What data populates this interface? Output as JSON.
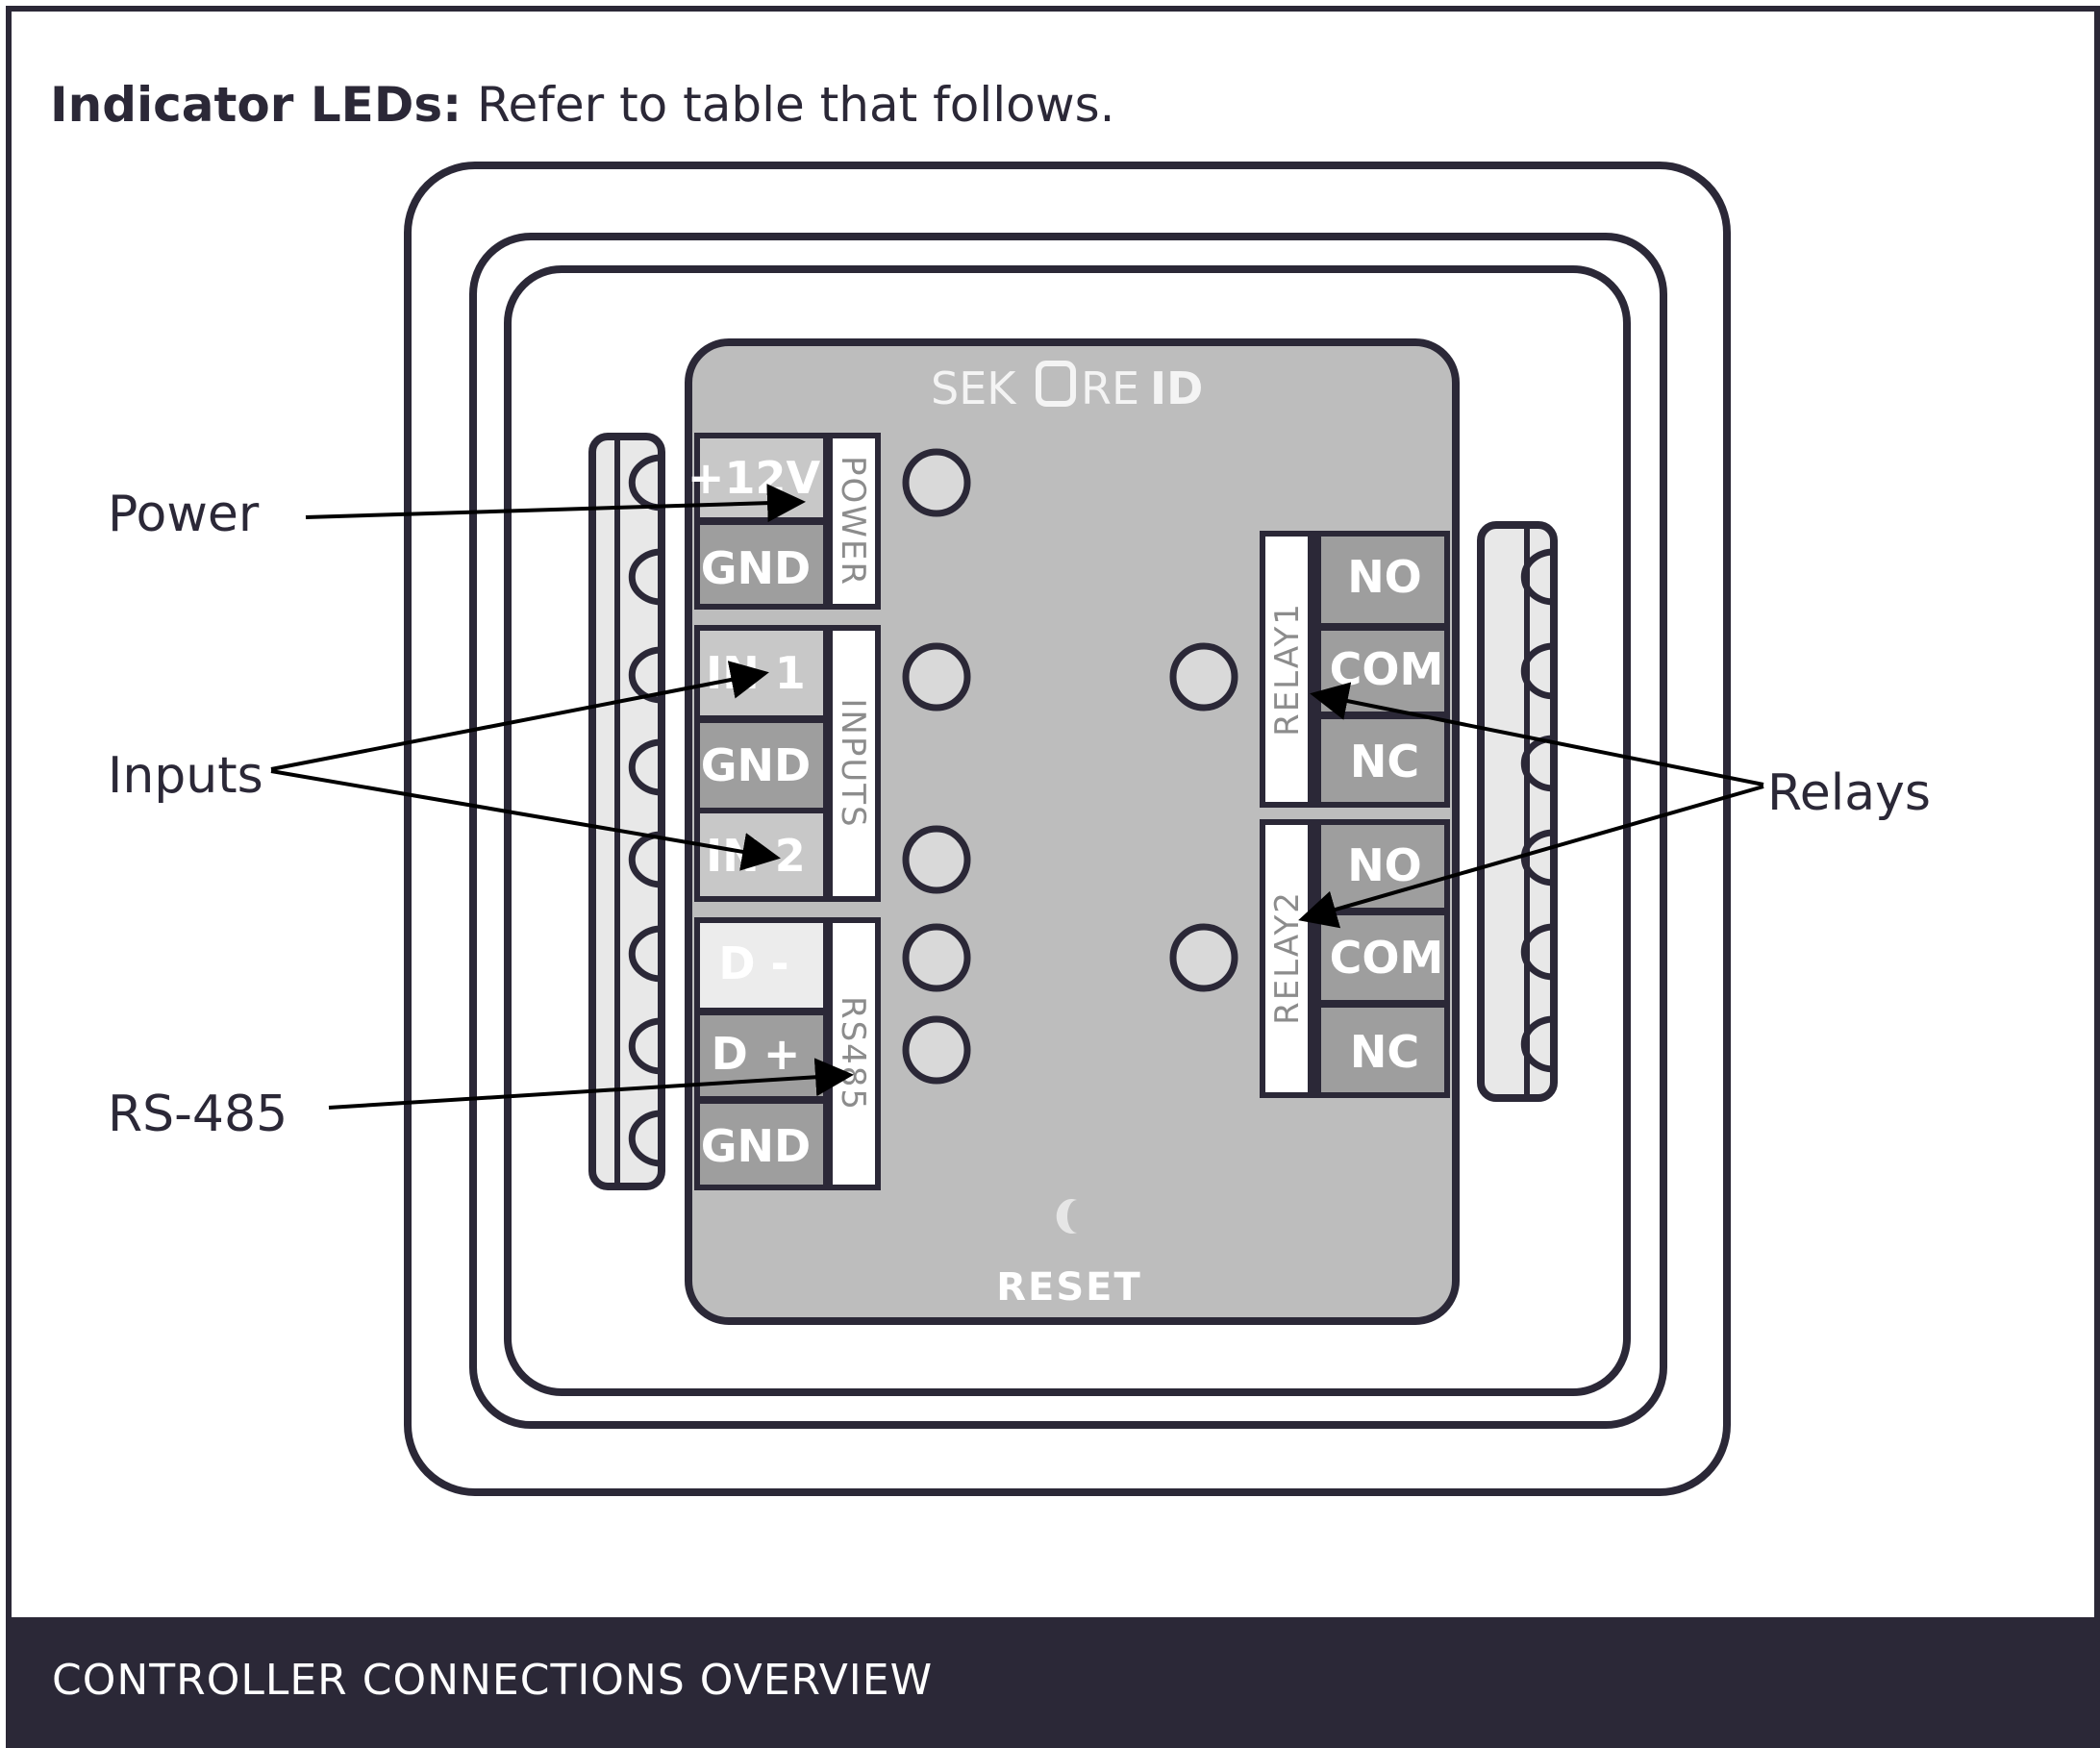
{
  "intro": {
    "bold": "Indicator LEDs:",
    "rest": " Refer to table that follows."
  },
  "brand": {
    "text_1": "SEK",
    "text_2": "RE",
    "text_3": "ID"
  },
  "callouts": {
    "power": "Power",
    "inputs": "Inputs",
    "rs485": "RS-485",
    "relays": "Relays"
  },
  "terminals": {
    "left": [
      "+12V",
      "GND",
      "IN 1",
      "GND",
      "IN 2",
      "D -",
      "D +",
      "GND"
    ],
    "right": [
      "NO",
      "COM",
      "NC",
      "NO",
      "COM",
      "NC"
    ]
  },
  "groups": {
    "power": "POWER",
    "inputs": "INPUTS",
    "rs485": "RS485",
    "relay1": "RELAY1",
    "relay2": "RELAY2"
  },
  "reset": "RESET",
  "caption": "CONTROLLER CONNECTIONS OVERVIEW"
}
